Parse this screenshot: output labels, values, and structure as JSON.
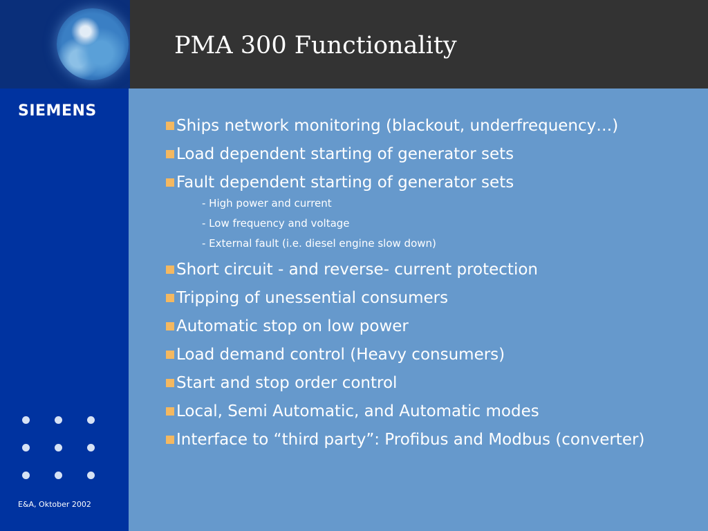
{
  "slide": {
    "title": "PMA 300 Functionality",
    "logo_text": "SIEMENS",
    "footer": "E&A, Oktober 2002",
    "colors": {
      "title_bar": "#333333",
      "sidebar": "#0033a0",
      "content_bg": "#6699cc",
      "bullet_square": "#f4b860"
    },
    "decor": {
      "globe_icon": "earth-globe",
      "dot_grid": "3x3 dots"
    }
  },
  "bullets": [
    "Ships network monitoring (blackout, underfrequency…)",
    "Load dependent starting of generator sets",
    "Fault dependent starting of generator sets",
    "Short circuit - and reverse- current protection",
    "Tripping of unessential consumers",
    "Automatic stop on low power",
    "Load demand control (Heavy consumers)",
    "Start and stop order control",
    "Local, Semi Automatic, and Automatic modes",
    "Interface to “third party”: Profibus and Modbus (converter)"
  ],
  "sub_bullets": [
    "- High power and current",
    "- Low frequency and voltage",
    "- External fault (i.e. diesel engine slow down)"
  ]
}
